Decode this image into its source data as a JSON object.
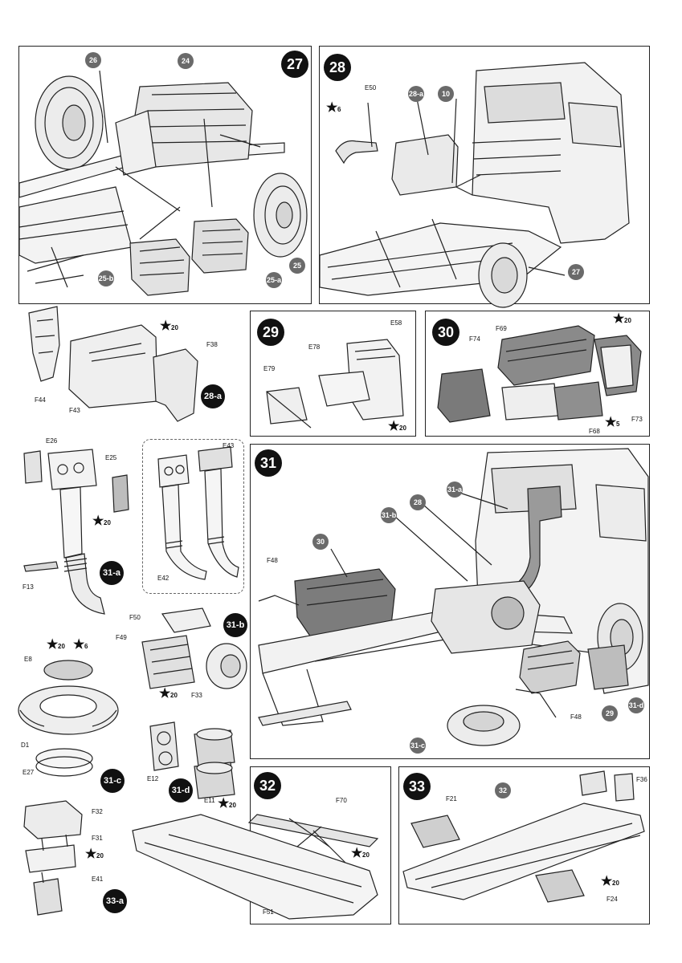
{
  "steps": {
    "s27": {
      "num": "27",
      "refs": [
        "26",
        "24",
        "25-b",
        "25-a",
        "25"
      ]
    },
    "s28": {
      "num": "28",
      "refs": [
        "28-a",
        "10",
        "27"
      ],
      "labels": [
        "E50"
      ],
      "paint": [
        "6"
      ]
    },
    "s28a": {
      "sub": "28-a",
      "labels": [
        "F38",
        "F44",
        "F43"
      ],
      "paint": [
        "20"
      ]
    },
    "s29": {
      "num": "29",
      "labels": [
        "E58",
        "E78",
        "E79"
      ],
      "paint": [
        "20"
      ]
    },
    "s30": {
      "num": "30",
      "labels": [
        "F69",
        "F74",
        "F68",
        "F73"
      ],
      "paint": [
        "20",
        "5"
      ]
    },
    "s31a": {
      "sub": "31-a",
      "labels": [
        "E26",
        "E25",
        "F13",
        "E43",
        "E42"
      ],
      "paint": [
        "20"
      ]
    },
    "s31": {
      "num": "31",
      "refs": [
        "31-a",
        "31-b",
        "28",
        "30",
        "29",
        "31-d",
        "31-c"
      ],
      "labels": [
        "F48",
        "F48"
      ]
    },
    "s31b": {
      "sub": "31-b",
      "labels": [
        "F50",
        "F49",
        "F33"
      ],
      "paint": [
        "20"
      ]
    },
    "s31c": {
      "sub": "31-c",
      "labels": [
        "E8",
        "D1",
        "E27"
      ],
      "paint": [
        "20",
        "6"
      ]
    },
    "s31d": {
      "sub": "31-d",
      "labels": [
        "E12",
        "E11"
      ],
      "paint": [
        "20"
      ]
    },
    "s32": {
      "num": "32",
      "labels": [
        "F70",
        "F51"
      ],
      "paint": [
        "20"
      ]
    },
    "s33": {
      "num": "33",
      "refs": [
        "32"
      ],
      "labels": [
        "F21",
        "F36",
        "F24"
      ],
      "paint": [
        "20"
      ]
    },
    "s33a": {
      "sub": "33-a",
      "labels": [
        "F32",
        "F31",
        "E41"
      ],
      "paint": [
        "20"
      ]
    }
  }
}
